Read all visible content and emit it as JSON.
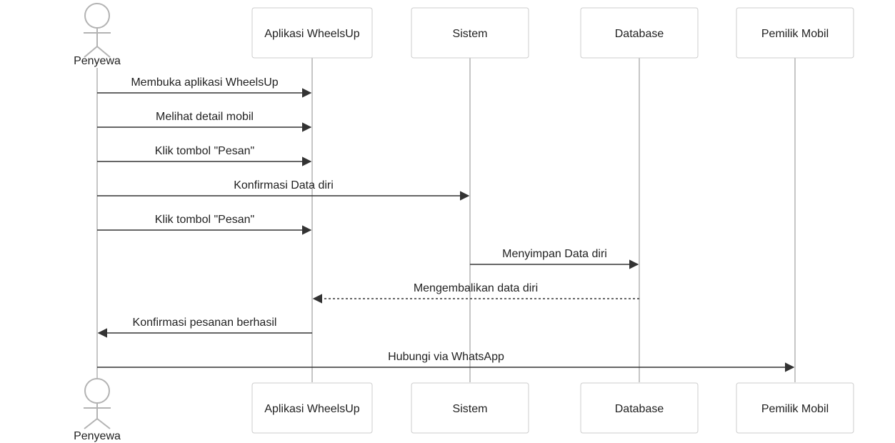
{
  "diagram": {
    "actor": {
      "label": "Penyewa"
    },
    "participants": [
      {
        "id": "app",
        "label": "Aplikasi WheelsUp"
      },
      {
        "id": "sys",
        "label": "Sistem"
      },
      {
        "id": "db",
        "label": "Database"
      },
      {
        "id": "owner",
        "label": "Pemilik Mobil"
      }
    ],
    "messages": [
      {
        "from": "actor",
        "to": "app",
        "label": "Membuka aplikasi WheelsUp",
        "style": "solid"
      },
      {
        "from": "actor",
        "to": "app",
        "label": "Melihat detail mobil",
        "style": "solid"
      },
      {
        "from": "actor",
        "to": "app",
        "label": "Klik tombol \"Pesan\"",
        "style": "solid"
      },
      {
        "from": "actor",
        "to": "sys",
        "label": "Konfirmasi Data diri",
        "style": "solid"
      },
      {
        "from": "actor",
        "to": "app",
        "label": "Klik tombol \"Pesan\"",
        "style": "solid"
      },
      {
        "from": "sys",
        "to": "db",
        "label": "Menyimpan Data diri",
        "style": "solid"
      },
      {
        "from": "db",
        "to": "app",
        "label": "Mengembalikan data diri",
        "style": "dashed"
      },
      {
        "from": "app",
        "to": "actor",
        "label": "Konfirmasi pesanan berhasil",
        "style": "solid"
      },
      {
        "from": "actor",
        "to": "owner",
        "label": "Hubungi via WhatsApp",
        "style": "solid"
      }
    ],
    "colors": {
      "lifeline": "#b3b3b3",
      "box_border": "#cccccc",
      "box_fill": "#ffffff",
      "arrow": "#333333",
      "text": "#222222"
    }
  }
}
